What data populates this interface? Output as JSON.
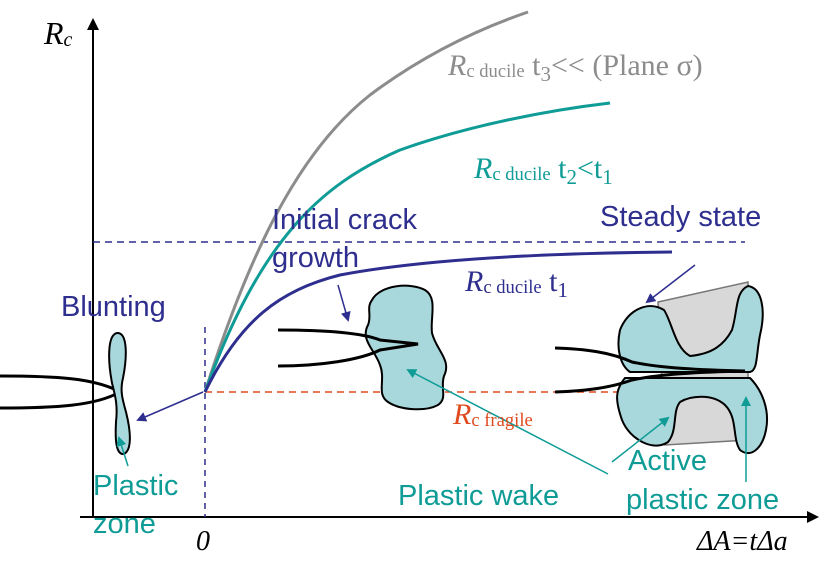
{
  "axes": {
    "y_label_main": "R",
    "y_label_sub": "c",
    "x_label": "ΔA=tΔa",
    "origin_label": "0"
  },
  "curves": {
    "grey": {
      "symbol": "R",
      "sub": "c ducile",
      "rest": "t",
      "rest_sub": "3",
      "tail": "<< (Plane σ)"
    },
    "teal": {
      "symbol": "R",
      "sub": "c ducile",
      "rest": "t",
      "rest_sub": "2",
      "tail": "<t",
      "tail_sub": "1"
    },
    "navy": {
      "symbol": "R",
      "sub": "c ducile",
      "rest": "t",
      "rest_sub": "1"
    },
    "red": {
      "symbol": "R",
      "sub": "c fragile"
    }
  },
  "labels": {
    "blunting": "Blunting",
    "initial_crack_line1": "Initial crack",
    "initial_crack_line2": "growth",
    "steady_state": "Steady state",
    "plastic_zone_line1": "Plastic",
    "plastic_zone_line2": "zone",
    "plastic_wake": "Plastic wake",
    "active_line1": "Active",
    "active_line2": "plastic zone"
  },
  "colors": {
    "navy": "#2e2e8f",
    "teal": "#0f9c96",
    "grey": "#8c8c8c",
    "red_dashed": "#e04a1f",
    "zone_fill": "#a8d8dc",
    "steady_fill": "#d8d8d8"
  }
}
